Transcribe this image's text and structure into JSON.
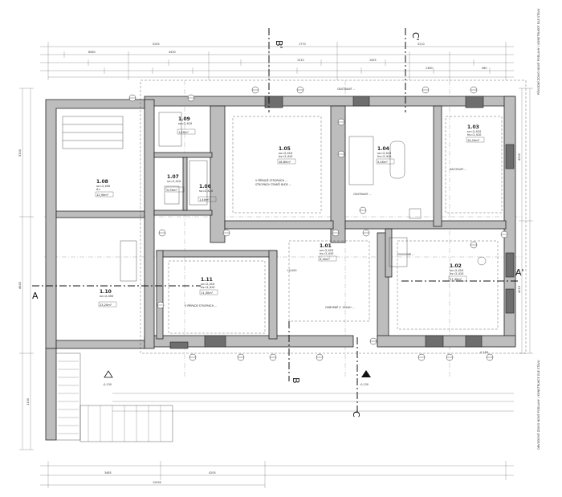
{
  "rooms": [
    {
      "id": "1.08",
      "l1": "sv=2,450",
      "l2": "A=",
      "l3": "12,90m²"
    },
    {
      "id": "1.09",
      "l1": "sv=2,410",
      "l2": "",
      "l3": "1,40m²"
    },
    {
      "id": "1.07",
      "l1": "sv=2,410",
      "l2": "",
      "l3": "0,90m²"
    },
    {
      "id": "1.06",
      "l1": "sv=2,410",
      "l2": "",
      "l3": "1,40m²"
    },
    {
      "id": "1.05",
      "l1": "sv=2,410",
      "l2": "hs=2,410",
      "l3": "18,80m²"
    },
    {
      "id": "1.04",
      "l1": "sv=2,410",
      "l2": "hs=2,410",
      "l3": "5,40m²"
    },
    {
      "id": "1.03",
      "l1": "sv=2,410",
      "l2": "hs=2,410",
      "l3": "14,10m²"
    },
    {
      "id": "1.10",
      "l1": "sv=2,450",
      "l2": "",
      "l3": "23,20m²"
    },
    {
      "id": "1.11",
      "l1": "sv=2,410",
      "l2": "hs=2,410",
      "l3": "11,30m²"
    },
    {
      "id": "1.01",
      "l1": "sv=2,410",
      "l2": "hs=2,410",
      "l3": "9,30m²"
    },
    {
      "id": "1.02",
      "l1": "sv=2,410",
      "l2": "hs=2,410",
      "l3": "17,30m²"
    }
  ],
  "sections": {
    "a_left": "A",
    "a_right": "A'",
    "b_top": "B'",
    "b_bottom": "B",
    "c_top": "C'",
    "c_bottom": "C"
  },
  "notes": {
    "n1": "V PŘÍPADĚ STROPNÍCH ...",
    "n2": "STROPNÍCH TRÁMŮ BUDE ...",
    "n3": "ODBORNĚ Z. ZÁSAH ...",
    "n4": "V PŘÍPADĚ STROPNÍCH ...",
    "n5": "PODVODNÍ ...",
    "n6": "ODSTRANIT ...",
    "n7": "ODSTRANIT ...",
    "n8": "ZACHOVAT ..."
  },
  "dims": {
    "top1": "5245",
    "top2": "1770",
    "top3": "5210",
    "d1": "6080",
    "d2": "4430",
    "d3": "1310",
    "d4": "1455",
    "d5": "1360",
    "d6": "560",
    "bottom1": "3485",
    "bottom2": "4205",
    "bottom3": "12495",
    "left1": "5300",
    "left2": "4600",
    "left3": "1100",
    "right1": "4530",
    "right2": "4015"
  },
  "levels": {
    "l1": "-0,130",
    "l2": "-0,130",
    "l3": "-0,180",
    "l4": "+0,000"
  },
  "side_notes": {
    "right_top": "PŮVODNÍ ZDIVO NOVÉ PODLAHY / KONSTRUKCE DLE STAVU",
    "right_bottom": "OBVODOVÉ ZDIVO NOVÉ PODLAHY / KONSTRUKCE DLE STAVU"
  }
}
